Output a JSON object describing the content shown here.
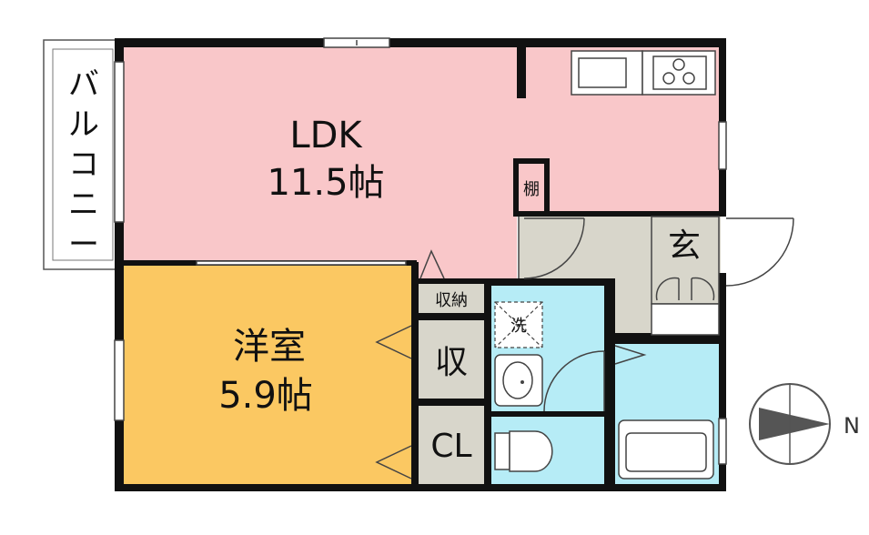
{
  "colors": {
    "wall": "#111111",
    "ldk": "#f9c7c9",
    "western_room": "#fbc862",
    "entrance": "#d8d6cb",
    "wet_area": "#b6ecf6",
    "storage": "#d8d6cb",
    "balcony": "#ffffff"
  },
  "rooms": {
    "balcony": "バルコニー",
    "ldk_name": "LDK",
    "ldk_size": "11.5帖",
    "western_name": "洋室",
    "western_size": "5.9帖",
    "shelf": "棚",
    "entrance": "玄",
    "storage_small": "収納",
    "storage": "収",
    "closet": "CL",
    "washer": "洗"
  },
  "compass": {
    "label": "N",
    "icon": "compass-north-arrow-icon"
  }
}
